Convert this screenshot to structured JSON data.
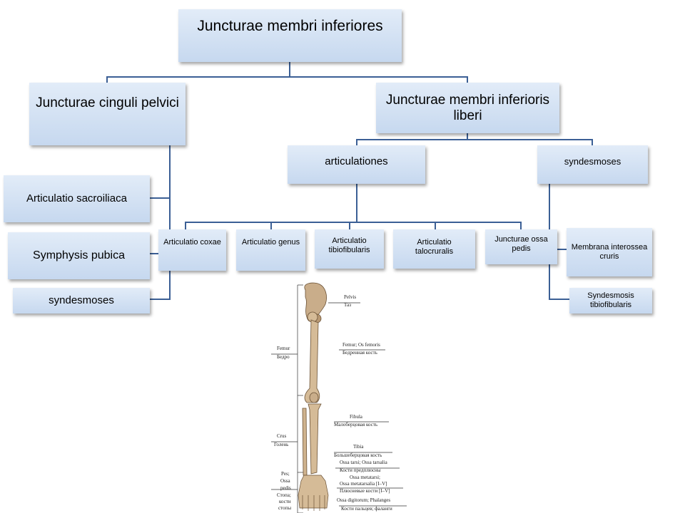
{
  "diagram": {
    "root": "Juncturae  membri inferiores",
    "cinguli": "Juncturae cinguli pelvici",
    "liberi": "Juncturae membri inferioris liberi",
    "articulationes": "articulationes",
    "syndesmoses_right": "syndesmoses",
    "sacroiliaca": "Articulatio sacroiliaca",
    "symphysis": "Symphysis pubica",
    "syndesmoses_left": "syndesmoses",
    "coxae": "Articulatio coxae",
    "genus": "Articulatio genus",
    "tibiofibularis": "Articulatio tibiofibularis",
    "talocruralis": "Articulatio talocruralis",
    "ossa_pedis": "Juncturae  ossa pedis",
    "membrana": "Membrana interossea cruris",
    "syndesmosis_tib": "Syndesmosis tibiofibularis"
  },
  "illustration": {
    "pelvis": "Pelvis",
    "pelvis_ru": "Таз",
    "femur": "Femur",
    "femur_ru": "Бедро",
    "os_femoris": "Femur; Os femoris",
    "os_femoris_ru": "Бедренная кость",
    "fibula": "Fibula",
    "fibula_ru": "Малоберцовая кость",
    "crus": "Crus",
    "crus_ru": "Голень",
    "tibia": "Tibia",
    "tibia_ru": "Большеберцовая кость",
    "tarsi": "Ossa tarsi; Ossa tarsalia",
    "tarsi_ru": "Кости предплюсны",
    "metatarsi": "Ossa metatarsi;",
    "metatarsalia": "Ossa metatarsalia [I–V]",
    "metatarsi_ru": "Плюсневые кости [I–V]",
    "pes": "Pes;",
    "ossa": "Ossa",
    "pedis": "pedis",
    "stopa": "Стопа;",
    "kosti": "кости",
    "stopy": "стопы",
    "digitorum": "Ossa digitorum; Phalanges",
    "digitorum_ru": "Кости пальцев; фаланги"
  }
}
